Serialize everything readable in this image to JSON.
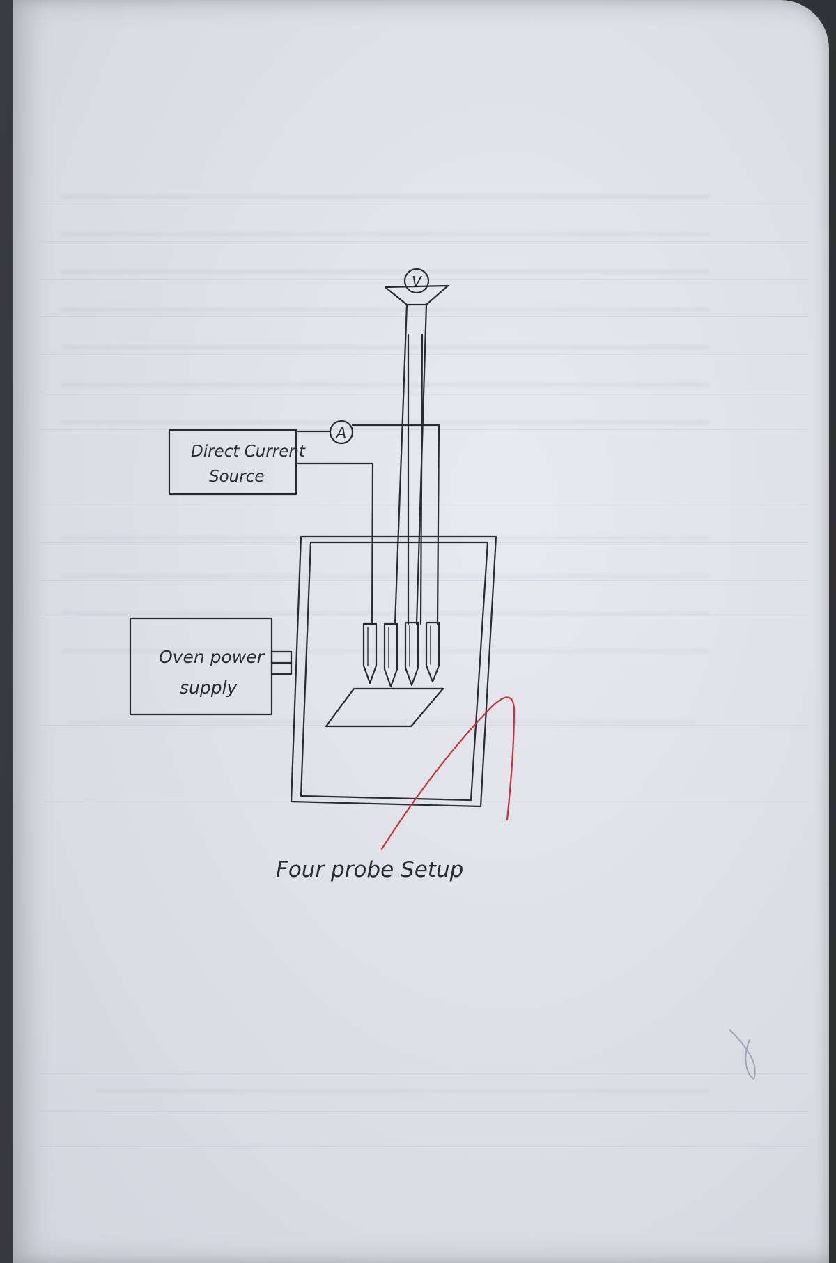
{
  "diagram": {
    "dc_source_label_line1": "Direct Current",
    "dc_source_label_line2": "Source",
    "oven_label_line1": "Oven power",
    "oven_label_line2": "supply",
    "ammeter_symbol": "A",
    "voltmeter_symbol": "V",
    "caption": "Four probe Setup"
  },
  "colors": {
    "ink": "#2a2a33",
    "red_pen": "#c8323a",
    "paper": "#e3e5ec"
  }
}
